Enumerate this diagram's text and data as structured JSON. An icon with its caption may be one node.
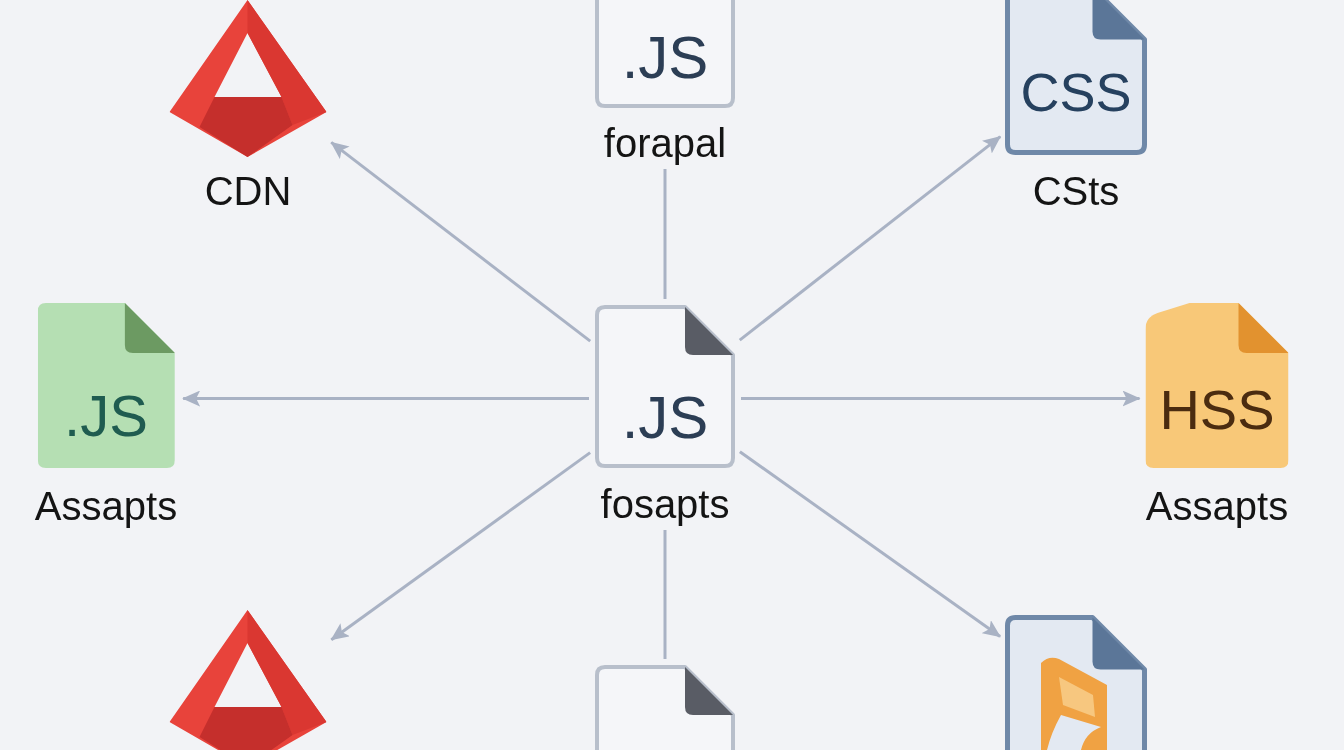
{
  "diagram": {
    "nodes": [
      {
        "text": [
          "CDN"
        ]
      },
      {
        "text": [
          ".JS",
          "forapal"
        ]
      },
      {
        "text": [
          "CSS",
          "CSts"
        ]
      },
      {
        "text": [
          ".JS",
          "Assapts"
        ]
      },
      {
        "text": [
          ".JS",
          "fosapts"
        ]
      },
      {
        "text": [
          "HSS",
          "Assapts"
        ]
      },
      {
        "text": [],
        "shape": "triangle"
      },
      {
        "text": [],
        "shape": "document"
      },
      {
        "text": [],
        "shape": "document"
      }
    ],
    "edges": [
      {
        "from": 4,
        "to": 1,
        "arrow": "none"
      },
      {
        "from": 4,
        "to": 0,
        "arrow": "to"
      },
      {
        "from": 4,
        "to": 2,
        "arrow": "to"
      },
      {
        "from": 4,
        "to": 3,
        "arrow": "to"
      },
      {
        "from": 4,
        "to": 5,
        "arrow": "to"
      },
      {
        "from": 4,
        "to": 6,
        "arrow": "to"
      },
      {
        "from": 4,
        "to": 7,
        "arrow": "none"
      },
      {
        "from": 4,
        "to": 8,
        "arrow": "to"
      }
    ]
  }
}
